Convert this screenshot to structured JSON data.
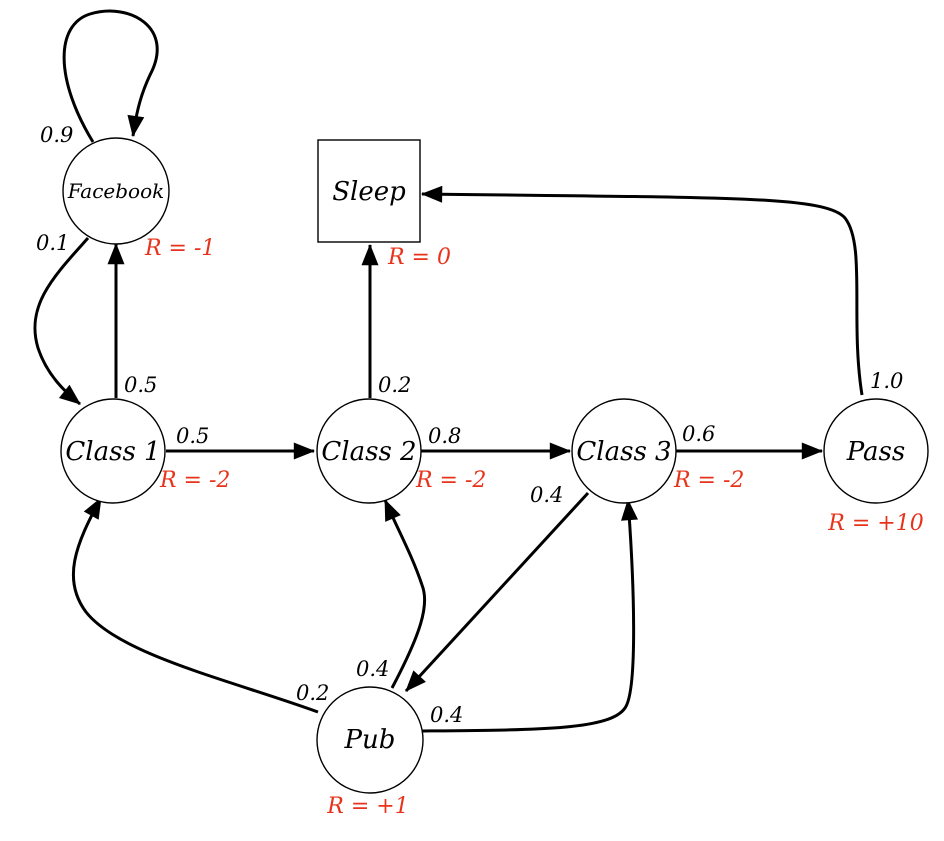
{
  "colors": {
    "reward": "#e8331c",
    "stroke": "#000000",
    "node_fill": "#ffffff"
  },
  "nodes": {
    "facebook": {
      "label": "Facebook",
      "reward": "R = -1"
    },
    "sleep": {
      "label": "Sleep",
      "reward": "R = 0"
    },
    "class1": {
      "label": "Class 1",
      "reward": "R = -2"
    },
    "class2": {
      "label": "Class 2",
      "reward": "R = -2"
    },
    "class3": {
      "label": "Class 3",
      "reward": "R = -2"
    },
    "pass": {
      "label": "Pass",
      "reward": "R = +10"
    },
    "pub": {
      "label": "Pub",
      "reward": "R = +1"
    }
  },
  "edges": {
    "facebook_facebook": {
      "from": "Facebook",
      "to": "Facebook",
      "prob": "0.9"
    },
    "facebook_class1": {
      "from": "Facebook",
      "to": "Class 1",
      "prob": "0.1"
    },
    "class1_facebook": {
      "from": "Class 1",
      "to": "Facebook",
      "prob": "0.5"
    },
    "class1_class2": {
      "from": "Class 1",
      "to": "Class 2",
      "prob": "0.5"
    },
    "class2_sleep": {
      "from": "Class 2",
      "to": "Sleep",
      "prob": "0.2"
    },
    "class2_class3": {
      "from": "Class 2",
      "to": "Class 3",
      "prob": "0.8"
    },
    "class3_pass": {
      "from": "Class 3",
      "to": "Pass",
      "prob": "0.6"
    },
    "class3_pub": {
      "from": "Class 3",
      "to": "Pub",
      "prob": "0.4"
    },
    "pass_sleep": {
      "from": "Pass",
      "to": "Sleep",
      "prob": "1.0"
    },
    "pub_class1": {
      "from": "Pub",
      "to": "Class 1",
      "prob": "0.2"
    },
    "pub_class2": {
      "from": "Pub",
      "to": "Class 2",
      "prob": "0.4"
    },
    "pub_class3": {
      "from": "Pub",
      "to": "Class 3",
      "prob": "0.4"
    }
  }
}
